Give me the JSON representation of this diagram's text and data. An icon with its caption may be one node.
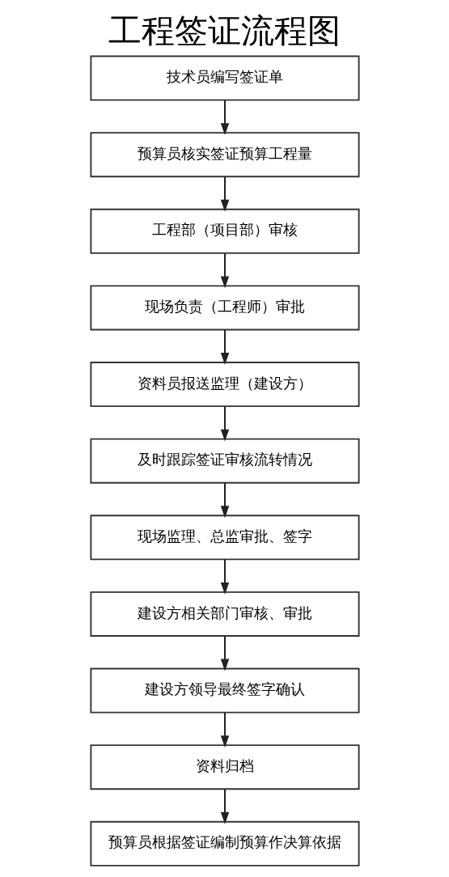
{
  "diagram": {
    "title": "工程签证流程图",
    "nodes": [
      {
        "text": [
          "技术员编写签证单"
        ]
      },
      {
        "text": [
          "预算员核实签证预算工程量"
        ]
      },
      {
        "text": [
          "工程部（项目部）审核"
        ]
      },
      {
        "text": [
          "现场负责（工程师）审批"
        ]
      },
      {
        "text": [
          "资料员报送监理（建设方）"
        ]
      },
      {
        "text": [
          "及时跟踪签证审核流转情况"
        ]
      },
      {
        "text": [
          "现场监理、总监审批、签字"
        ]
      },
      {
        "text": [
          "建设方相关部门审核、审批"
        ]
      },
      {
        "text": [
          "建设方领导最终签字确认"
        ]
      },
      {
        "text": [
          "资料归档"
        ]
      },
      {
        "text": [
          "预算员根据签证编制预算作决算依据"
        ]
      }
    ],
    "edges": [
      {
        "from": 0,
        "to": 1,
        "arrow": "to"
      },
      {
        "from": 1,
        "to": 2,
        "arrow": "to"
      },
      {
        "from": 2,
        "to": 3,
        "arrow": "to"
      },
      {
        "from": 3,
        "to": 4,
        "arrow": "to"
      },
      {
        "from": 4,
        "to": 5,
        "arrow": "to"
      },
      {
        "from": 5,
        "to": 6,
        "arrow": "to"
      },
      {
        "from": 6,
        "to": 7,
        "arrow": "to"
      },
      {
        "from": 7,
        "to": 8,
        "arrow": "to"
      },
      {
        "from": 8,
        "to": 9,
        "arrow": "to"
      },
      {
        "from": 9,
        "to": 10,
        "arrow": "to"
      }
    ]
  }
}
